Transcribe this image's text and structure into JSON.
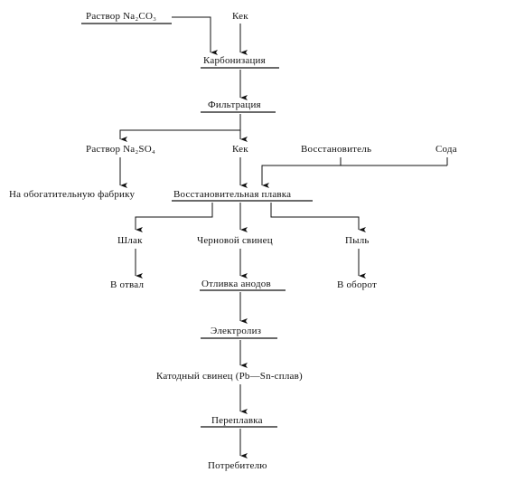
{
  "nodes": {
    "na2co3_solution": "Раствор Na₂CO₃",
    "cake_top": "Кек",
    "carbonization": "Карбонизация",
    "filtration": "Фильтрация",
    "na2so4_solution": "Раствор Na₂SO₄",
    "cake_mid": "Кек",
    "reducer": "Восстановитель",
    "soda": "Сода",
    "to_enrichment_plant": "На обогатительную фабрику",
    "reduction_smelting": "Восстановительная плавка",
    "slag": "Шлак",
    "crude_tin": "Черновой свинец",
    "dust": "Пыль",
    "to_dump": "В отвал",
    "anode_casting": "Отливка анодов",
    "to_recycle": "В оборот",
    "electrolysis": "Электролиз",
    "cathode_tin": "Катодный свинец (Pb—Sn-сплав)",
    "remelting": "Переплавка",
    "consumers": "Потребителю"
  }
}
